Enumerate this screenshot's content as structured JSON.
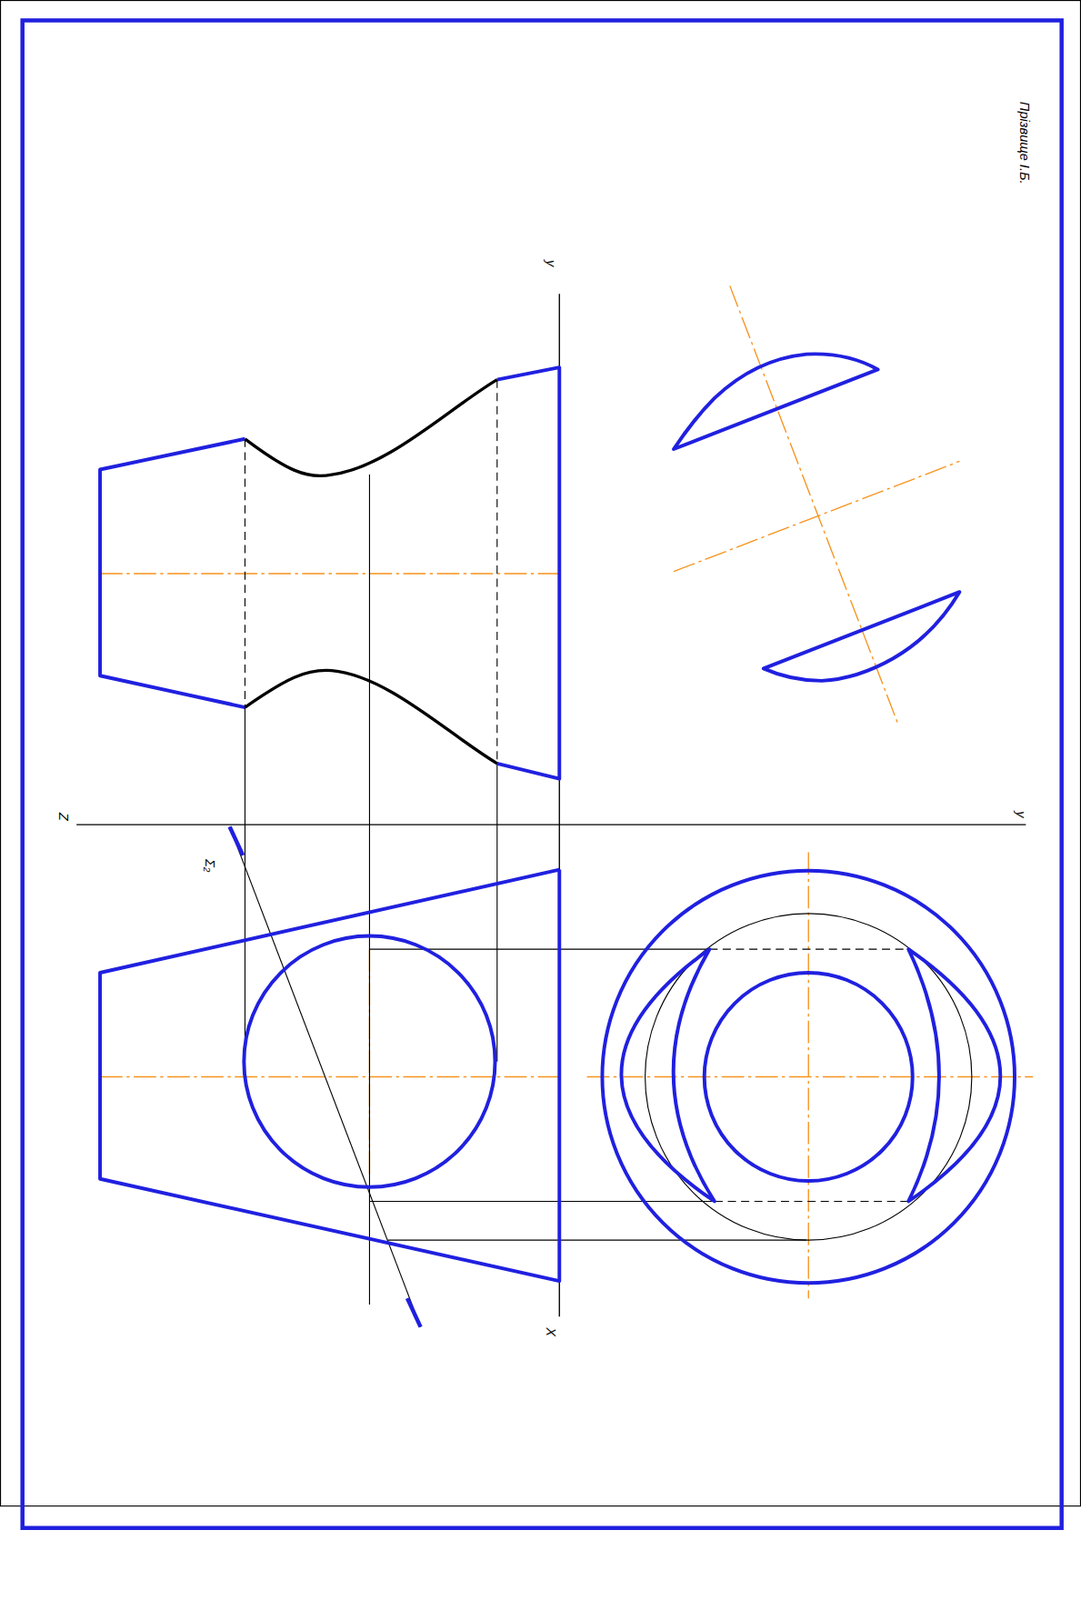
{
  "diagram": {
    "labels": [
      "Прізвище І.Б.",
      "y",
      "Z",
      "y",
      "X",
      "Σ₂"
    ]
  }
}
